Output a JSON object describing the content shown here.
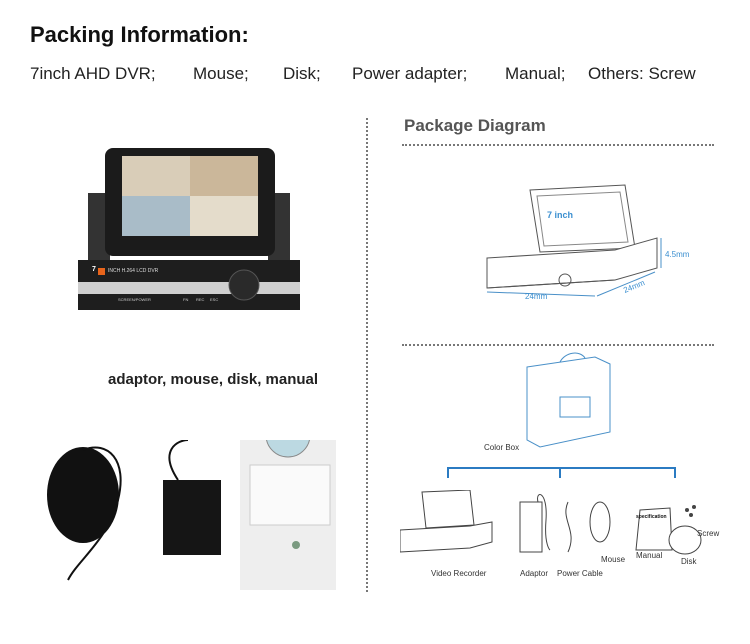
{
  "title": "Packing Information:",
  "items": [
    "7inch AHD DVR;",
    "Mouse;",
    "Disk;",
    "Power adapter;",
    "Manual;",
    "Others: Screw"
  ],
  "package_diagram": {
    "heading": "Package Diagram",
    "screen": "7 inch",
    "height": "4.5mm",
    "width": "24mm",
    "depth": "24mm",
    "color_box": "Color Box",
    "contents": [
      "Video Recorder",
      "Adaptor",
      "Power Cable",
      "Mouse",
      "Manual",
      "Disk",
      "Screw"
    ],
    "spec_sheet": "specification"
  },
  "product": {
    "badge": "7",
    "model": "INCH H.264 LCD DVR",
    "buttons": [
      "SCREEN/POWER",
      "FN",
      "REC",
      "ESC"
    ]
  },
  "accessories_caption": "adaptor, mouse, disk, manual"
}
